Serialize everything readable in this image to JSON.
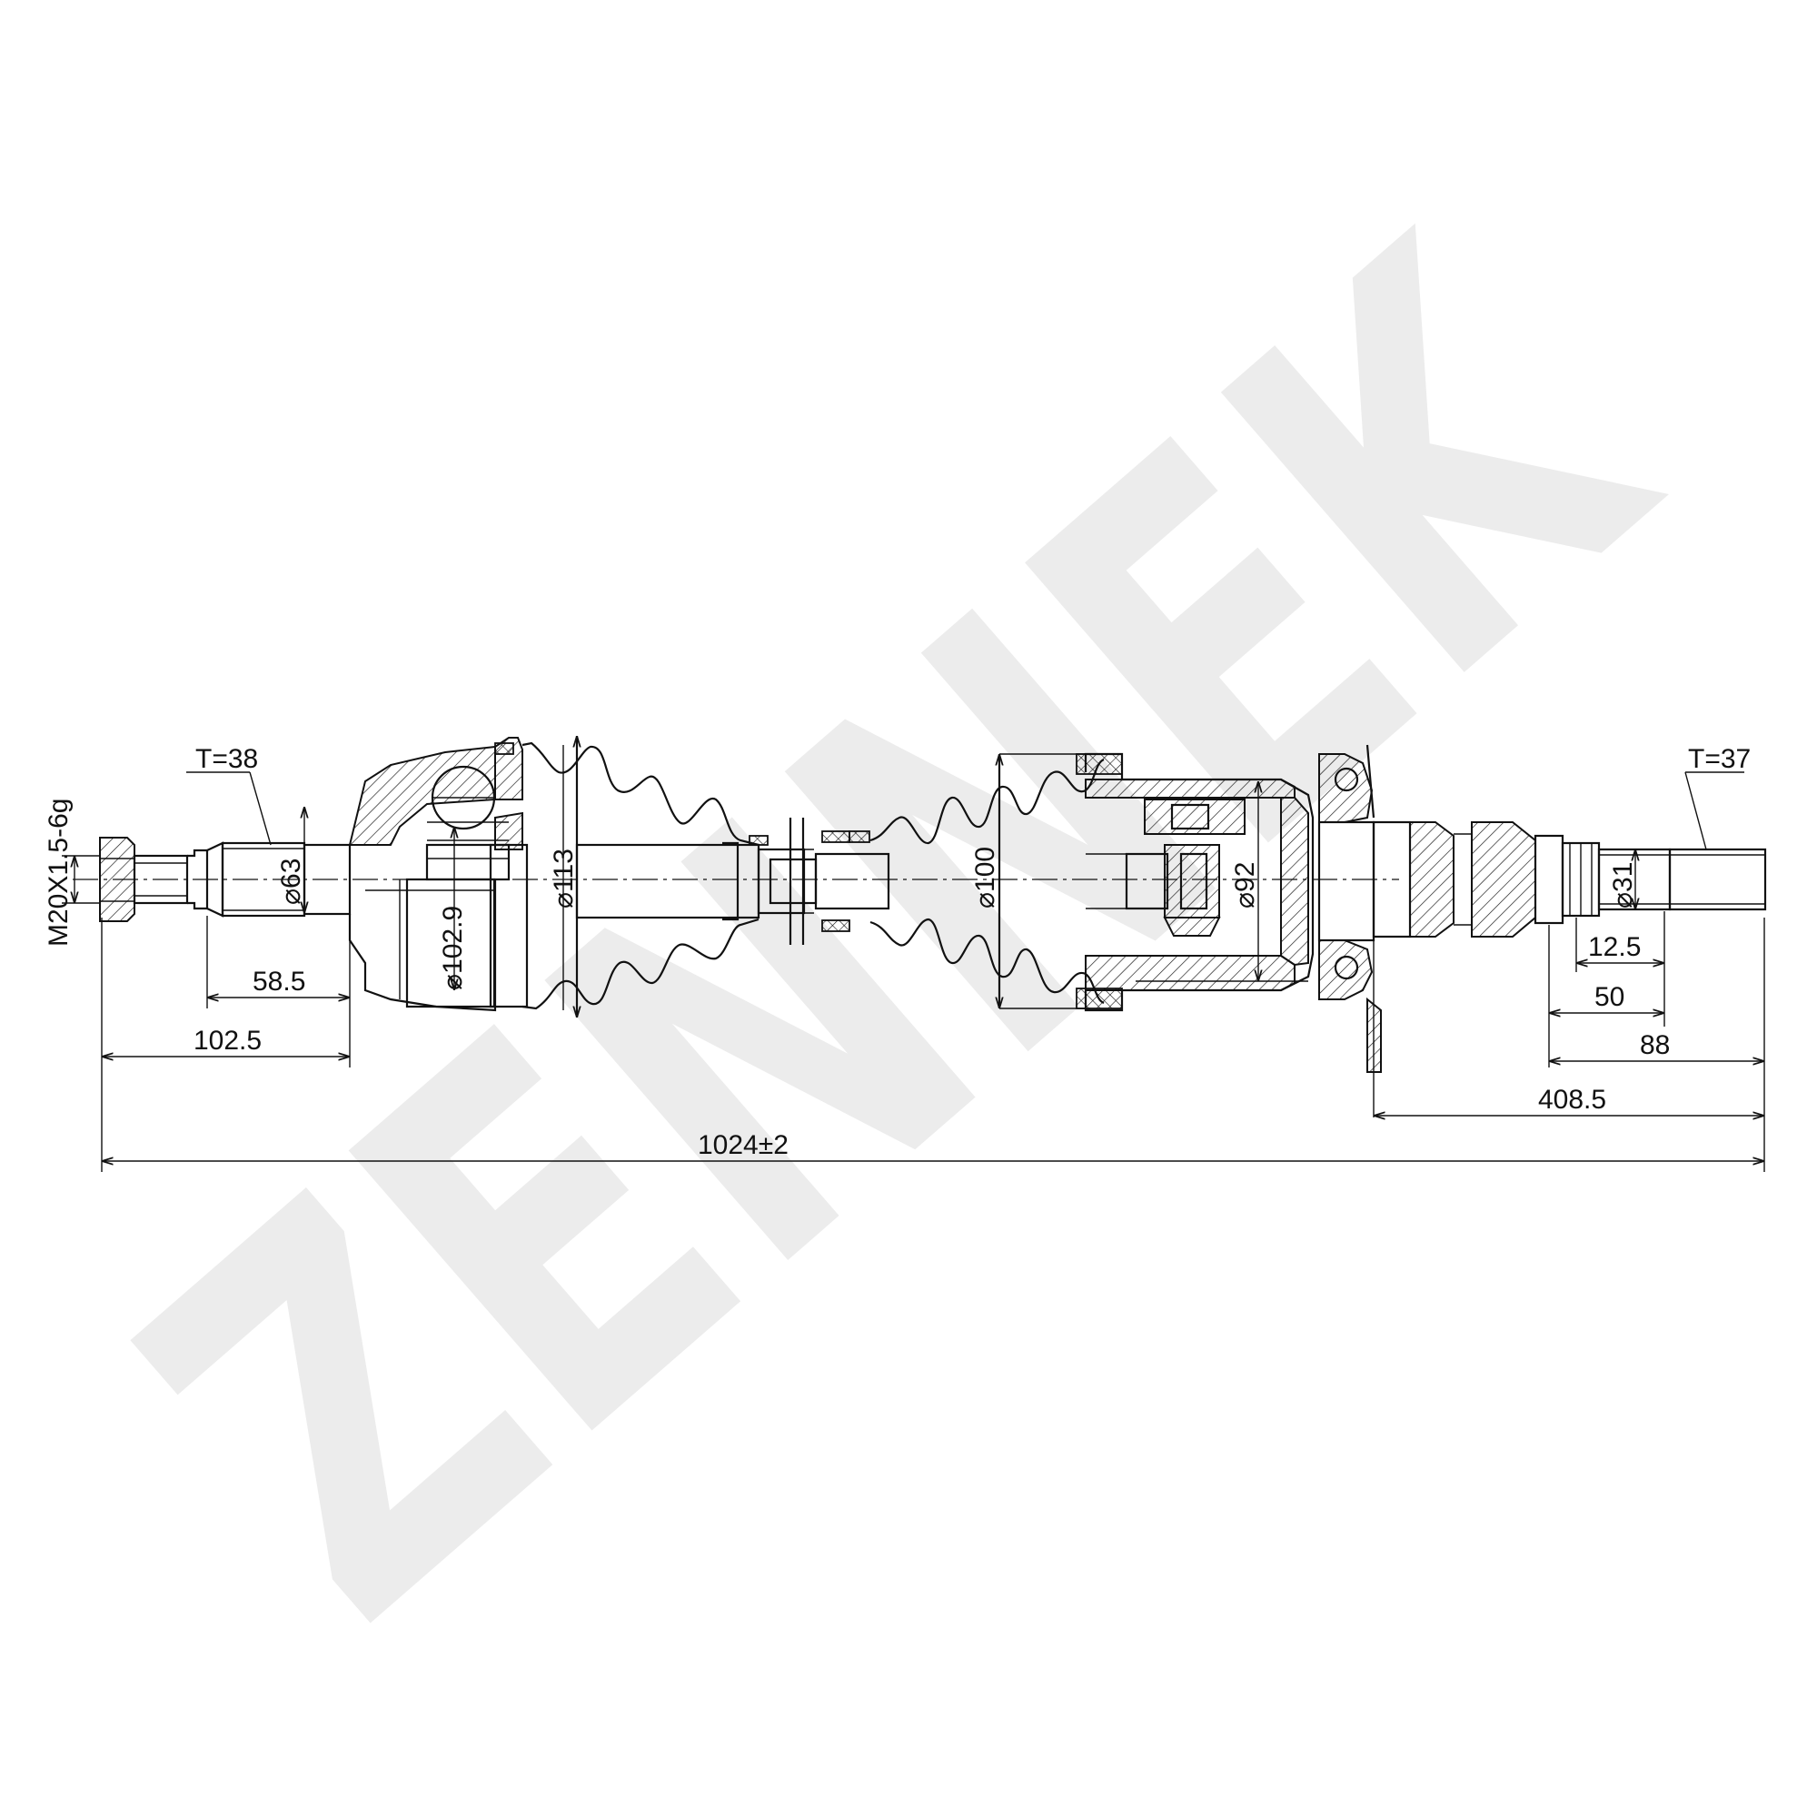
{
  "watermark": {
    "text": "ZENNEK"
  },
  "dimensions": {
    "thread": "M20X1.5-6g",
    "t_left": "T=38",
    "t_right": "T=37",
    "d63": "⌀63",
    "d102_9": "⌀102.9",
    "d113": "⌀113",
    "d100": "⌀100",
    "d92": "⌀92",
    "d31": "⌀31",
    "l58_5": "58.5",
    "l102_5": "102.5",
    "l12_5": "12.5",
    "l50": "50",
    "l88": "88",
    "l408_5": "408.5",
    "l1024": "1024±2"
  }
}
